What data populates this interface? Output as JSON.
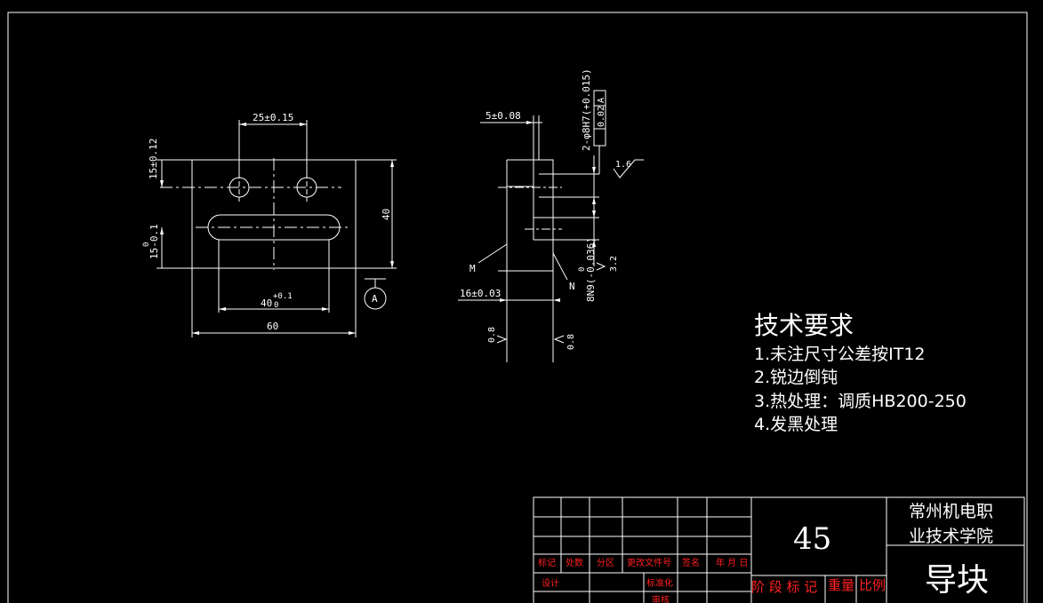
{
  "colors": {
    "background": "#000000",
    "lines": "#ffffff",
    "red_labels": "#ff2020"
  },
  "front_view": {
    "dim_hole_spacing": "25±0.15",
    "dim_hole_offset": "15±0.12",
    "dim_height": "40",
    "dim_slot_offset_main": "15-0.1",
    "dim_slot_offset_upper": "0",
    "dim_slot_length_main": "40",
    "dim_slot_length_tol_upper": "+0.1",
    "dim_slot_length_tol_lower": "0",
    "dim_width": "60",
    "datum_label": "A"
  },
  "side_view": {
    "dim_thickness": "5±0.08",
    "dim_hole_fit": "2-φ8H7(+0.015)",
    "tolerance_value": "0.02",
    "tolerance_datum": "A",
    "roughness_top": "1.6",
    "roughness_right": "3.2",
    "dim_bottom_width": "16±0.03",
    "dim_slot_fit": "8N9(-0.036)",
    "dim_slot_fit_upper": "0",
    "label_m": "M",
    "label_n": "N",
    "roughness_bottom_left": "0.8",
    "roughness_bottom_right": "0.8"
  },
  "requirements": {
    "title": "技术要求",
    "items": [
      "1.未注尺寸公差按IT12",
      "2.锐边倒钝",
      "3.热处理：调质HB200-250",
      "4.发黑处理"
    ]
  },
  "title_block": {
    "material": "45",
    "school_line1": "常州机电职",
    "school_line2": "业技术学院",
    "part_name": "导块",
    "labels": {
      "mark": "标记",
      "count": "处数",
      "zone": "分区",
      "change_doc": "更改文件号",
      "signature": "签名",
      "date": "年 月 日",
      "design": "设计",
      "standardize": "标准化",
      "review": "审核",
      "stage_mark": "阶 段 标 记",
      "weight": "重量",
      "scale": "比例"
    }
  }
}
